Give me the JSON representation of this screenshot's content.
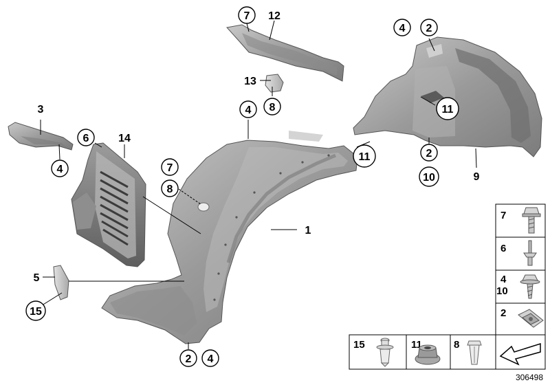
{
  "diagram": {
    "reference_number": "306498",
    "callouts": [
      {
        "id": "c7a",
        "text": "7",
        "circled": true
      },
      {
        "id": "c12",
        "text": "12",
        "circled": false
      },
      {
        "id": "c4a",
        "text": "4",
        "circled": true
      },
      {
        "id": "c2a",
        "text": "2",
        "circled": true
      },
      {
        "id": "c13",
        "text": "13",
        "circled": false
      },
      {
        "id": "c8a",
        "text": "8",
        "circled": true
      },
      {
        "id": "c3",
        "text": "3",
        "circled": false
      },
      {
        "id": "c4b",
        "text": "4",
        "circled": true
      },
      {
        "id": "c11a",
        "text": "11",
        "circled": true
      },
      {
        "id": "c4c",
        "text": "4",
        "circled": true
      },
      {
        "id": "c6",
        "text": "6",
        "circled": true
      },
      {
        "id": "c14",
        "text": "14",
        "circled": false
      },
      {
        "id": "c11b",
        "text": "11",
        "circled": true
      },
      {
        "id": "c2b",
        "text": "2",
        "circled": true
      },
      {
        "id": "c10",
        "text": "10",
        "circled": true
      },
      {
        "id": "c9",
        "text": "9",
        "circled": false
      },
      {
        "id": "c7b",
        "text": "7",
        "circled": true
      },
      {
        "id": "c8b",
        "text": "8",
        "circled": true
      },
      {
        "id": "c1",
        "text": "1",
        "circled": false
      },
      {
        "id": "c5",
        "text": "5",
        "circled": false
      },
      {
        "id": "c15",
        "text": "15",
        "circled": true
      },
      {
        "id": "c2c",
        "text": "2",
        "circled": true
      },
      {
        "id": "c4d",
        "text": "4",
        "circled": true
      }
    ],
    "legend": {
      "right_column": [
        {
          "id": "r7",
          "labels": [
            "7"
          ],
          "icon": "hex-bolt-icon"
        },
        {
          "id": "r6",
          "labels": [
            "6"
          ],
          "icon": "pin-screw-icon"
        },
        {
          "id": "r4",
          "labels": [
            "4",
            "10"
          ],
          "icon": "collar-screw-icon"
        },
        {
          "id": "r2",
          "labels": [
            "2"
          ],
          "icon": "speed-nut-icon"
        }
      ],
      "bottom_row": [
        {
          "id": "b15",
          "labels": [
            "15"
          ],
          "icon": "expansion-rivet-icon"
        },
        {
          "id": "b11",
          "labels": [
            "11"
          ],
          "icon": "flange-nut-icon"
        },
        {
          "id": "b8",
          "labels": [
            "8"
          ],
          "icon": "plastic-nut-icon"
        },
        {
          "id": "b0",
          "labels": [],
          "icon": "direction-arrow-icon"
        }
      ]
    }
  }
}
